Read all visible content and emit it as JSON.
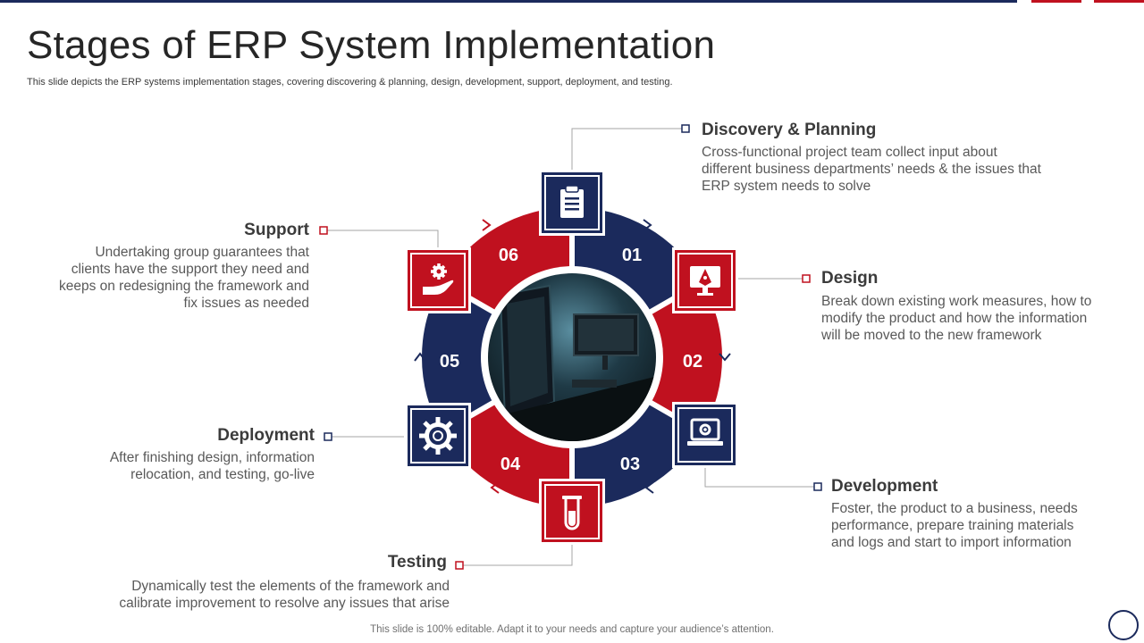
{
  "slide": {
    "title": "Stages of ERP System Implementation",
    "subtitle": "This slide depicts the ERP systems implementation stages, covering discovering & planning, design, development, support, deployment, and testing.",
    "footer": "This slide is 100% editable. Adapt it to your needs and capture your audience’s attention."
  },
  "colors": {
    "navy": "#1b2a5c",
    "red": "#c0111f",
    "text_dark": "#3b3b3b",
    "text_body": "#595959"
  },
  "stages": [
    {
      "number": "01",
      "title": "Discovery & Planning",
      "description": "Cross-functional project team collect input about\ndifferent business departments’ needs & the issues that\nERP system needs to solve",
      "icon": "clipboard-icon",
      "color": "navy"
    },
    {
      "number": "02",
      "title": "Design",
      "description": "Break down existing work measures, how to\nmodify the product and how the information\nwill be moved to the new framework",
      "icon": "design-monitor-icon",
      "color": "red"
    },
    {
      "number": "03",
      "title": "Development",
      "description": "Foster, the product to a business, needs\nperformance, prepare training materials\nand logs and start to import information",
      "icon": "laptop-gear-icon",
      "color": "navy"
    },
    {
      "number": "04",
      "title": "Testing",
      "description": "Dynamically test the elements of the framework and\ncalibrate improvement to resolve any issues that arise",
      "icon": "test-tube-icon",
      "color": "red"
    },
    {
      "number": "05",
      "title": "Deployment",
      "description": "After finishing design, information\nrelocation, and testing, go-live",
      "icon": "cog-icon",
      "color": "navy"
    },
    {
      "number": "06",
      "title": "Support",
      "description": "Undertaking group guarantees that\nclients have the support they need and\nkeeps on redesigning the framework and\nfix issues as needed",
      "icon": "hand-gear-icon",
      "color": "red"
    }
  ]
}
